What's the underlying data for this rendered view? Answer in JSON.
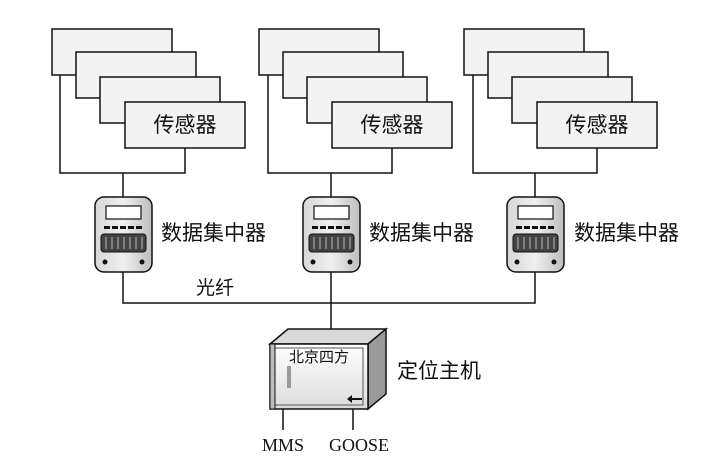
{
  "groups": [
    {
      "sensor_label": "传感器",
      "concentrator_label": "数据集中器"
    },
    {
      "sensor_label": "传感器",
      "concentrator_label": "数据集中器"
    },
    {
      "sensor_label": "传感器",
      "concentrator_label": "数据集中器"
    }
  ],
  "fiber_label": "光纤",
  "host": {
    "brand": "北京四方",
    "label": "定位主机",
    "ports": [
      "MMS",
      "GOOSE"
    ]
  },
  "colors": {
    "box_fill": "#f3f3f3",
    "stroke": "#111111",
    "device_fill": "#e6e6e6",
    "device_shadow": "#9a9a9a"
  }
}
